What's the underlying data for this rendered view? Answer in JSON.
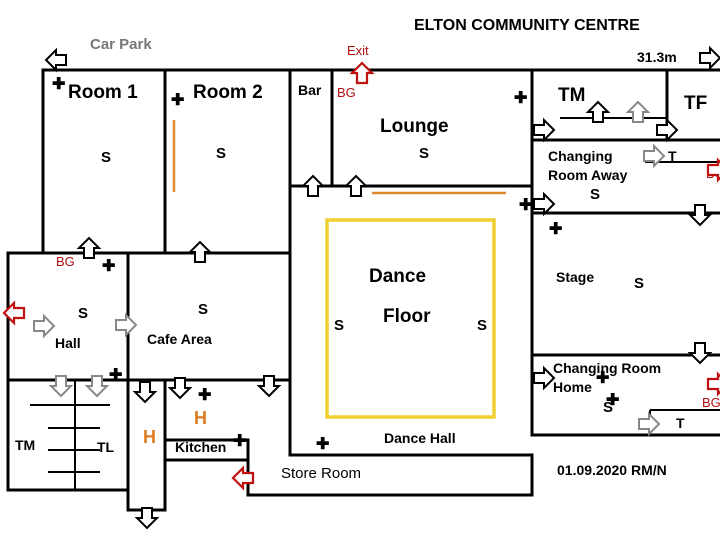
{
  "title": "ELTON COMMUNITY CENTRE",
  "car_park": "Car Park",
  "exit": "Exit",
  "scale": "31.3m",
  "date_note": "01.09.2020  RM/N",
  "rooms": {
    "room1": "Room 1",
    "room2": "Room 2",
    "bar": "Bar",
    "lounge": "Lounge",
    "tm_top": "TM",
    "tf": "TF",
    "changing_away_1": "Changing",
    "changing_away_2": "Room Away",
    "hall": "Hall",
    "cafe": "Cafe Area",
    "dance_floor_1": "Dance",
    "dance_floor_2": "Floor",
    "stage": "Stage",
    "changing_home_1": "Changing Room",
    "changing_home_2": "Home",
    "tm_bottom": "TM",
    "tl": "TL",
    "kitchen": "Kitchen",
    "dance_hall": "Dance Hall",
    "store_room": "Store Room"
  },
  "markers": {
    "s": "S",
    "bg": "BG",
    "t": "T",
    "h": "H"
  },
  "colors": {
    "dance_floor_border": "#f0d030",
    "orange_line": "#e08a30",
    "exit_red": "#c01010",
    "grey_arrow": "#888888"
  }
}
